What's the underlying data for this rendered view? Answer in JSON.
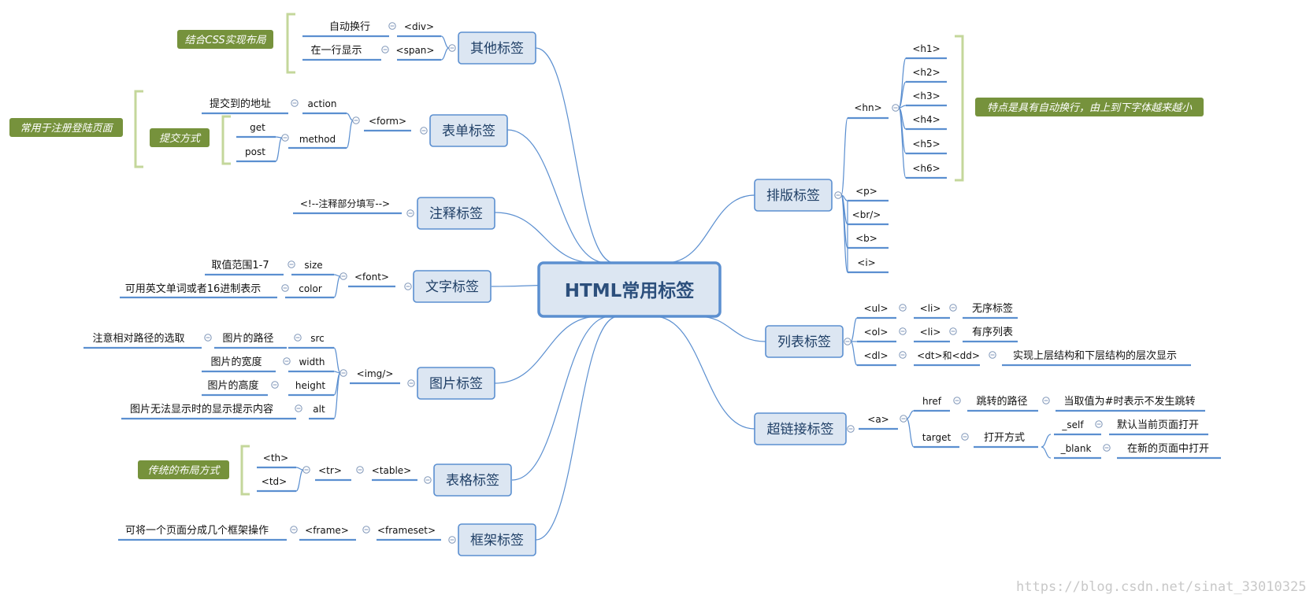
{
  "center": {
    "label": "HTML常用标签"
  },
  "topics": {
    "other": "其他标签",
    "form": "表单标签",
    "comment": "注释标签",
    "text": "文字标签",
    "image": "图片标签",
    "table": "表格标签",
    "frame": "框架标签",
    "layout": "排版标签",
    "list": "列表标签",
    "link": "超链接标签"
  },
  "nodes": {
    "div": "<div>",
    "div_desc": "自动换行",
    "span": "<span>",
    "span_desc": "在一行显示",
    "form_tag": "<form>",
    "action": "action",
    "action_desc": "提交到的地址",
    "method": "method",
    "get": "get",
    "post": "post",
    "comment_syntax": "<!--注释部分填写-->",
    "font_tag": "<font>",
    "size": "size",
    "size_desc": "取值范围1-7",
    "color": "color",
    "color_desc": "可用英文单词或者16进制表示",
    "img_tag": "<img/>",
    "src": "src",
    "src_desc": "图片的路径",
    "src_note": "注意相对路径的选取",
    "width": "width",
    "width_desc": "图片的宽度",
    "height": "height",
    "height_desc": "图片的高度",
    "alt": "alt",
    "alt_desc": "图片无法显示时的显示提示内容",
    "table_tag": "<table>",
    "tr": "<tr>",
    "th": "<th>",
    "td": "<td>",
    "frameset": "<frameset>",
    "frame_tag": "<frame>",
    "frame_desc": "可将一个页面分成几个框架操作",
    "hn": "<hn>",
    "h1": "<h1>",
    "h2": "<h2>",
    "h3": "<h3>",
    "h4": "<h4>",
    "h5": "<h5>",
    "h6": "<h6>",
    "p": "<p>",
    "br": "<br/>",
    "b": "<b>",
    "i": "<i>",
    "ul": "<ul>",
    "li_ul": "<li>",
    "ul_desc": "无序标签",
    "ol": "<ol>",
    "li_ol": "<li>",
    "ol_desc": "有序列表",
    "dl": "<dl>",
    "dt_dd": "<dt>和<dd>",
    "dl_desc": "实现上层结构和下层结构的层次显示",
    "a_tag": "<a>",
    "href": "href",
    "href_desc": "跳转的路径",
    "href_note": "当取值为#时表示不发生跳转",
    "target": "target",
    "target_desc": "打开方式",
    "self": "_self",
    "self_desc": "默认当前页面打开",
    "blank": "_blank",
    "blank_desc": "在新的页面中打开"
  },
  "notes": {
    "css_layout": "结合CSS实现布局",
    "form_usage": "常用于注册登陆页面",
    "submit_method": "提交方式",
    "table_usage": "传统的布局方式",
    "heading_note": "特点是具有自动换行，由上到下字体越来越小"
  },
  "watermark": "https://blog.csdn.net/sinat_33010325",
  "colors": {
    "line": "#5b8fd0",
    "topic_fill": "#dce6f2",
    "topic_border": "#5b8fd0",
    "note_fill": "#76923c",
    "bracket": "#c4d79b",
    "collapse_icon": "#7f96b8"
  }
}
